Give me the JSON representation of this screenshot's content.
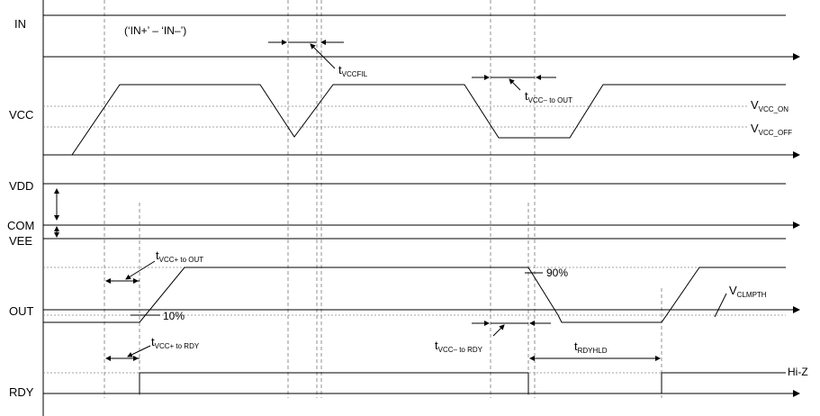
{
  "signals": {
    "in": "IN",
    "vcc": "VCC",
    "vdd": "VDD",
    "com": "COM",
    "vee": "VEE",
    "out": "OUT",
    "rdy": "RDY"
  },
  "annotations": {
    "in_expression": "(‘IN+’ – ‘IN–’)",
    "vcc_on_main": "V",
    "vcc_on_sub": "VCC_ON",
    "vcc_off_main": "V",
    "vcc_off_sub": "VCC_OFF",
    "t_vccfil_main": "t",
    "t_vccfil_sub": "VCCFIL",
    "t_vcc_minus_out_main": "t",
    "t_vcc_minus_out_sub": "VCC– to OUT",
    "t_vcc_plus_out_main": "t",
    "t_vcc_plus_out_sub": "VCC+ to OUT",
    "t_vcc_plus_rdy_main": "t",
    "t_vcc_plus_rdy_sub": "VCC+ to RDY",
    "t_vcc_minus_rdy_main": "t",
    "t_vcc_minus_rdy_sub": "VCC– to RDY",
    "t_rdyhld_main": "t",
    "t_rdyhld_sub": "RDYHLD",
    "pct_90": "90%",
    "pct_10": "10%",
    "v_clmpth_main": "V",
    "v_clmpth_sub": "CLMPTH",
    "hi_z": "Hi-Z"
  }
}
